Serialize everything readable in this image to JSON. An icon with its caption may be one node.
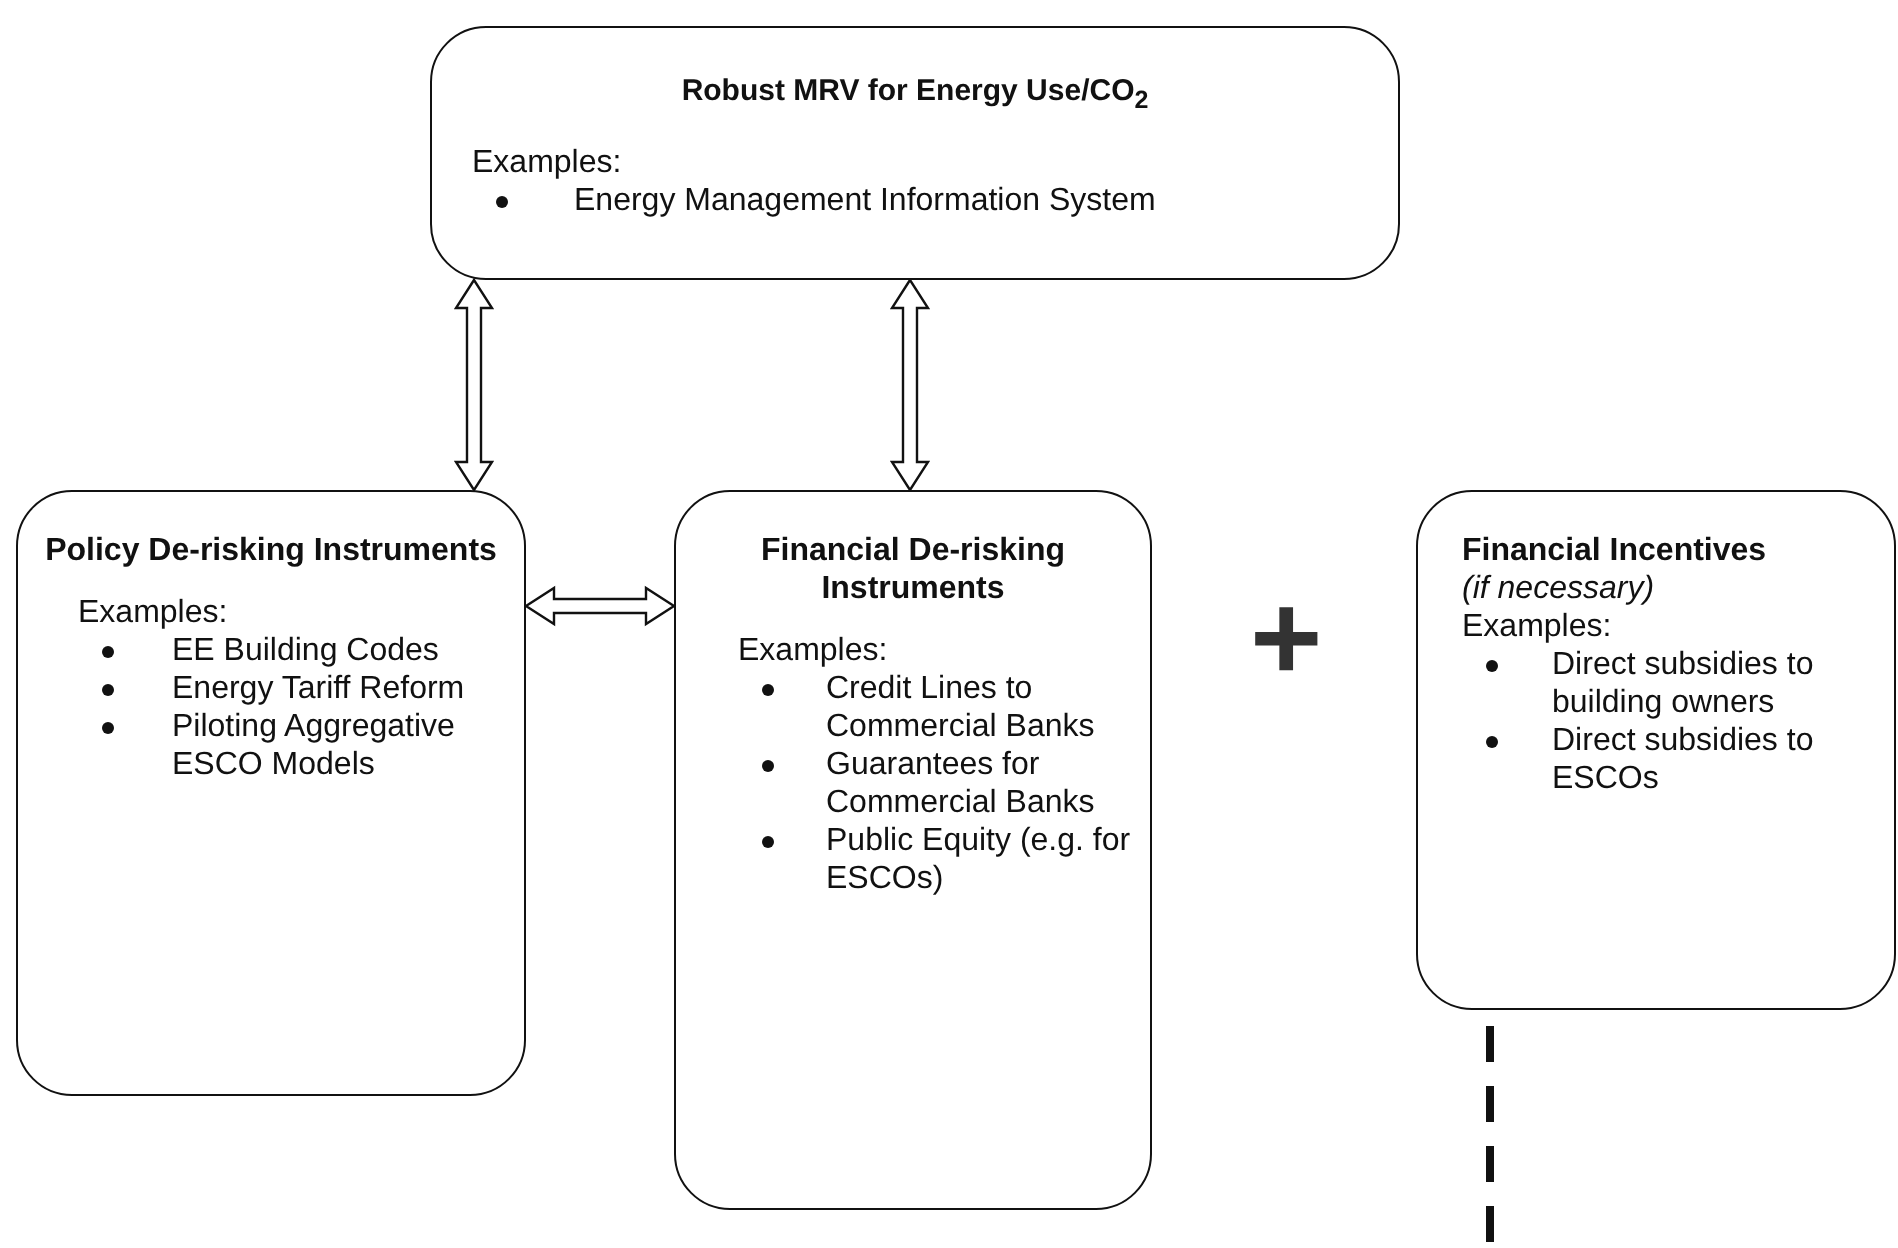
{
  "diagram": {
    "nodes": [
      {
        "text": [
          "Robust MRV for Energy Use/CO$_{2}$",
          "Examples:",
          "Energy Management Information System"
        ]
      },
      {
        "text": [
          "Policy De-risking Instruments",
          "Examples:",
          "EE Building Codes",
          "Energy Tariff Reform",
          "Piloting Aggregative ESCO Models"
        ]
      },
      {
        "text": [
          "Financial De-risking Instruments",
          "Examples:",
          "Credit Lines to Commercial Banks",
          "Guarantees for Commercial Banks",
          "Public Equity (e.g. for ESCOs)"
        ]
      },
      {
        "text": [
          "**Financial Incentives** *(if necessary)*",
          "Examples:",
          "Direct subsidies to building owners",
          "Direct subsidies to ESCOs"
        ]
      }
    ],
    "edges": [
      {
        "from": 0,
        "to": 1,
        "arrow": "both"
      },
      {
        "from": 0,
        "to": 2,
        "arrow": "both"
      },
      {
        "from": 1,
        "to": 2,
        "arrow": "both"
      }
    ],
    "labels": [
      "+"
    ]
  }
}
